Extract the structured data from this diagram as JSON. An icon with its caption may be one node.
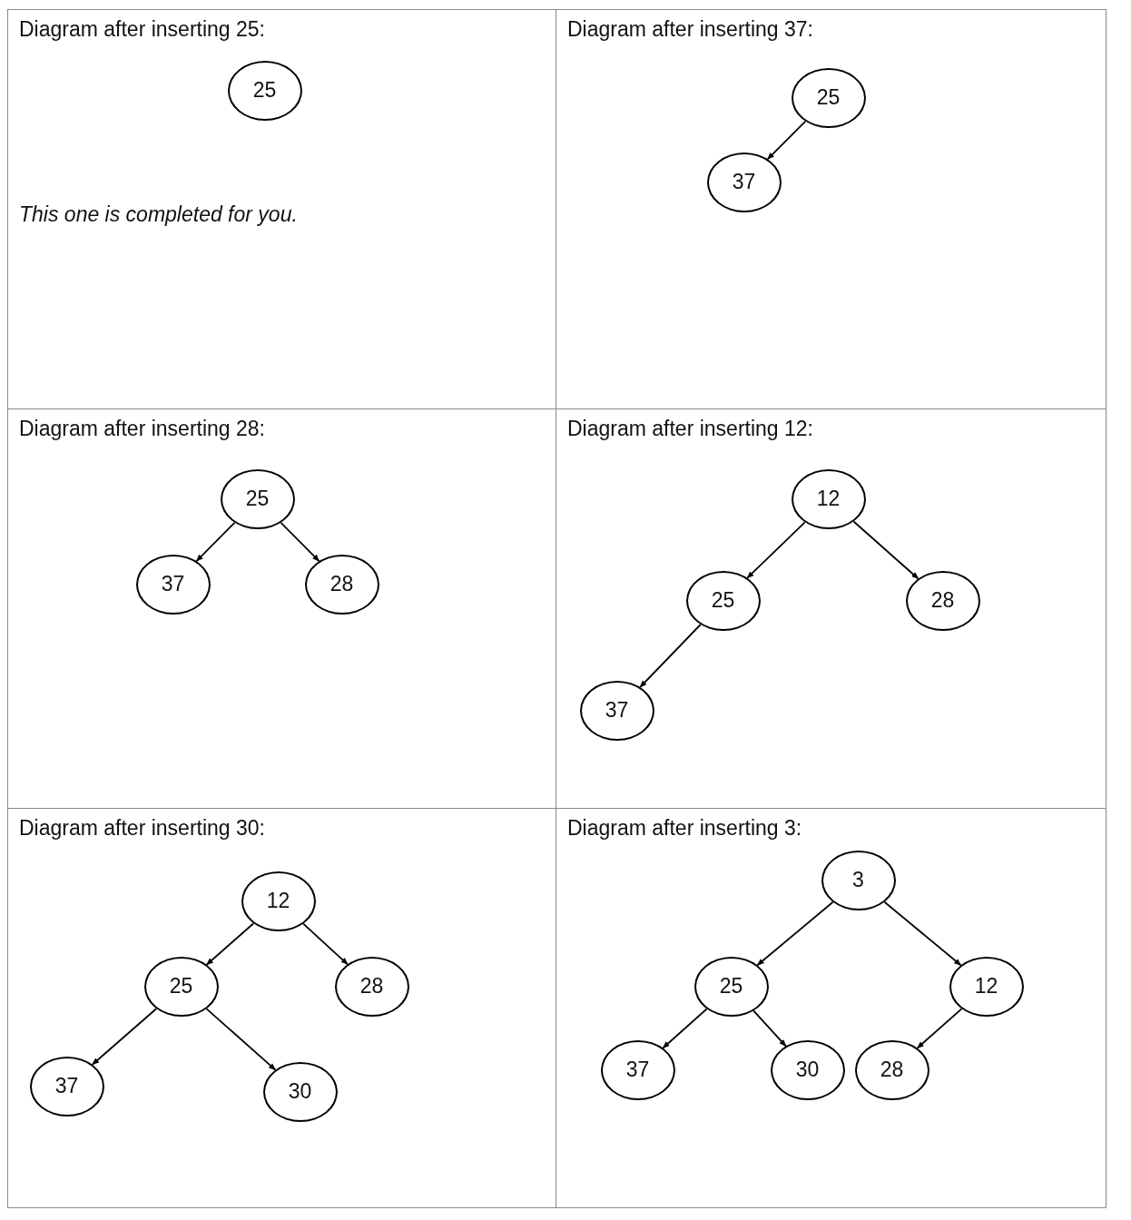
{
  "diagram": {
    "nodes": [
      {
        "text": [
          "Diagram after inserting 25:",
          "This one is completed for you."
        ]
      },
      {
        "text": [
          "25"
        ],
        "in": 0
      },
      {
        "text": [
          "Diagram after inserting 37:"
        ]
      },
      {
        "text": [
          "25"
        ],
        "in": 2
      },
      {
        "text": [
          "37"
        ],
        "in": 2
      },
      {
        "text": [
          "Diagram after inserting 28:"
        ]
      },
      {
        "text": [
          "25"
        ],
        "in": 5
      },
      {
        "text": [
          "37"
        ],
        "in": 5
      },
      {
        "text": [
          "28"
        ],
        "in": 5
      },
      {
        "text": [
          "Diagram after inserting 12:"
        ]
      },
      {
        "text": [
          "12"
        ],
        "in": 9
      },
      {
        "text": [
          "25"
        ],
        "in": 9
      },
      {
        "text": [
          "28"
        ],
        "in": 9
      },
      {
        "text": [
          "37"
        ],
        "in": 9
      },
      {
        "text": [
          "Diagram after inserting 30:"
        ]
      },
      {
        "text": [
          "12"
        ],
        "in": 14
      },
      {
        "text": [
          "25"
        ],
        "in": 14
      },
      {
        "text": [
          "28"
        ],
        "in": 14
      },
      {
        "text": [
          "37"
        ],
        "in": 14
      },
      {
        "text": [
          "30"
        ],
        "in": 14
      },
      {
        "text": [
          "Diagram after inserting 3:"
        ]
      },
      {
        "text": [
          "3"
        ],
        "in": 20
      },
      {
        "text": [
          "25"
        ],
        "in": 20
      },
      {
        "text": [
          "12"
        ],
        "in": 20
      },
      {
        "text": [
          "37"
        ],
        "in": 20
      },
      {
        "text": [
          "30"
        ],
        "in": 20
      },
      {
        "text": [
          "28"
        ],
        "in": 20
      }
    ],
    "edges": [
      {
        "from": 3,
        "to": 4,
        "arrow": "to"
      },
      {
        "from": 6,
        "to": 7,
        "arrow": "to"
      },
      {
        "from": 6,
        "to": 8,
        "arrow": "to"
      },
      {
        "from": 10,
        "to": 11,
        "arrow": "to"
      },
      {
        "from": 10,
        "to": 12,
        "arrow": "to"
      },
      {
        "from": 11,
        "to": 13,
        "arrow": "to"
      },
      {
        "from": 15,
        "to": 16,
        "arrow": "to"
      },
      {
        "from": 15,
        "to": 17,
        "arrow": "to"
      },
      {
        "from": 16,
        "to": 18,
        "arrow": "to"
      },
      {
        "from": 16,
        "to": 19,
        "arrow": "to"
      },
      {
        "from": 21,
        "to": 22,
        "arrow": "to"
      },
      {
        "from": 21,
        "to": 23,
        "arrow": "to"
      },
      {
        "from": 22,
        "to": 24,
        "arrow": "to"
      },
      {
        "from": 22,
        "to": 25,
        "arrow": "to"
      },
      {
        "from": 23,
        "to": 26,
        "arrow": "to"
      }
    ]
  }
}
